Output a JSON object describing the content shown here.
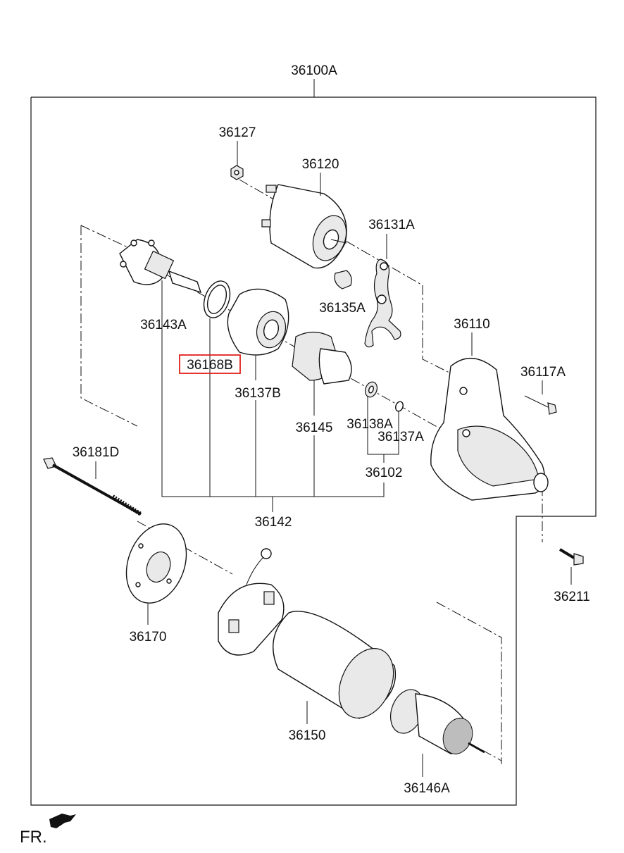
{
  "diagram": {
    "assembly_label": "36100A",
    "part_labels": {
      "p36127": "36127",
      "p36120": "36120",
      "p36131A": "36131A",
      "p36135A": "36135A",
      "p36143A": "36143A",
      "p36168B": "36168B",
      "p36137B": "36137B",
      "p36145": "36145",
      "p36138A": "36138A",
      "p36137A": "36137A",
      "p36110": "36110",
      "p36117A": "36117A",
      "p36102": "36102",
      "p36142": "36142",
      "p36181D": "36181D",
      "p36170": "36170",
      "p36211": "36211",
      "p36150": "36150",
      "p36146A": "36146A"
    },
    "highlighted_part": "36168B",
    "highlight_color": "#e0201c",
    "direction_label": "FR."
  }
}
